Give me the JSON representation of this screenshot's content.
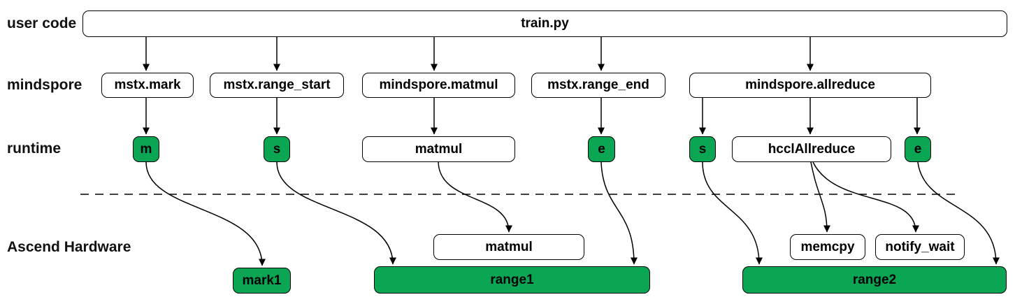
{
  "diagram": {
    "row_labels": {
      "user_code": "user code",
      "mindspore": "mindspore",
      "runtime": "runtime",
      "hardware": "Ascend Hardware"
    },
    "nodes": {
      "train": "train.py",
      "mstx_mark": "mstx.mark",
      "mstx_range_start": "mstx.range_start",
      "mindspore_matmul": "mindspore.matmul",
      "mstx_range_end": "mstx.range_end",
      "mindspore_allreduce": "mindspore.allreduce",
      "rt_m": "m",
      "rt_s1": "s",
      "rt_matmul": "matmul",
      "rt_e1": "e",
      "rt_s2": "s",
      "rt_hccl": "hcclAllreduce",
      "rt_e2": "e",
      "hw_matmul": "matmul",
      "hw_memcpy": "memcpy",
      "hw_notify_wait": "notify_wait",
      "hw_mark1": "mark1",
      "hw_range1": "range1",
      "hw_range2": "range2"
    },
    "colors": {
      "marker_green": "#0ba653",
      "box_border": "#000000",
      "box_fill": "#ffffff",
      "text": "#111111"
    }
  }
}
